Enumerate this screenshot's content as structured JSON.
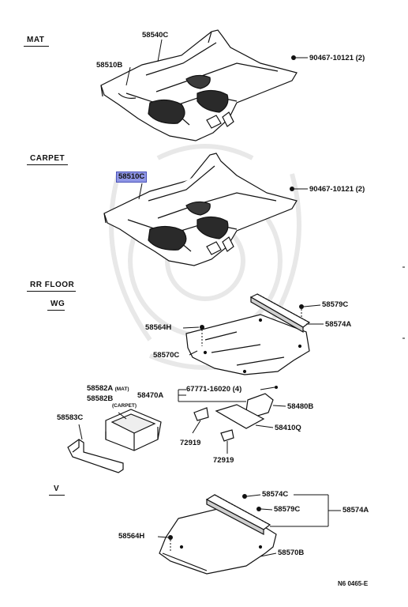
{
  "sections": {
    "mat": "MAT",
    "carpet": "CARPET",
    "rr_floor": "RR FLOOR",
    "wg": "WG",
    "v": "V"
  },
  "parts": {
    "p58540C": "58540C",
    "p58510B": "58510B",
    "p90467_mat": "90467-10121 (2)",
    "p58510C": "58510C",
    "p90467_carpet": "90467-10121 (2)",
    "p58579C_wg": "58579C",
    "p58574A_wg": "58574A",
    "p58564H_wg": "58564H",
    "p58570C": "58570C",
    "p58582A": "58582A",
    "p58582A_note": "(MAT)",
    "p58582B": "58582B",
    "p58582B_note": "(CARPET)",
    "p58470A": "58470A",
    "p67771": "67771-16020 (4)",
    "p58480B": "58480B",
    "p58583C": "58583C",
    "p58410Q": "58410Q",
    "p72919_a": "72919",
    "p72919_b": "72919",
    "p58574C_v": "58574C",
    "p58579C_v": "58579C",
    "p58574A_v": "58574A",
    "p58564H_v": "58564H",
    "p58570B": "58570B"
  },
  "footer_code": "N6 0465-E",
  "highlight_color": "#8f96e6"
}
